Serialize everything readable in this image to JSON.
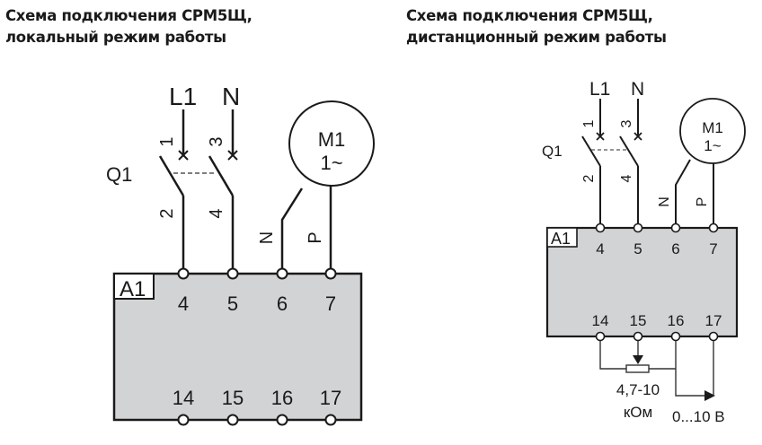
{
  "titles": {
    "left": {
      "line1": "Схема подключения СРМ5Щ,",
      "line2": "локальный режим работы"
    },
    "right": {
      "line1": "Схема подключения СРМ5Щ,",
      "line2": "дистанционный режим работы"
    }
  },
  "colors": {
    "box_fill": "#d2d3d5",
    "line": "#1a1a1a",
    "background": "#ffffff"
  },
  "left_diagram": {
    "supply": {
      "l1": "L1",
      "n": "N"
    },
    "switch": {
      "label": "Q1",
      "pin_in_1": "1",
      "pin_in_2": "3",
      "pin_out_1": "2",
      "pin_out_2": "4"
    },
    "motor": {
      "name": "M1",
      "type": "1~",
      "wire_n": "N",
      "wire_p": "P"
    },
    "device": {
      "label": "A1",
      "top_terminals": [
        "4",
        "5",
        "6",
        "7"
      ],
      "bottom_terminals": [
        "14",
        "15",
        "16",
        "17"
      ]
    }
  },
  "right_diagram": {
    "supply": {
      "l1": "L1",
      "n": "N"
    },
    "switch": {
      "label": "Q1",
      "pin_in_1": "1",
      "pin_in_2": "3",
      "pin_out_1": "2",
      "pin_out_2": "4"
    },
    "motor": {
      "name": "M1",
      "type": "1~",
      "wire_n": "N",
      "wire_p": "P"
    },
    "device": {
      "label": "A1",
      "top_terminals": [
        "4",
        "5",
        "6",
        "7"
      ],
      "bottom_terminals": [
        "14",
        "15",
        "16",
        "17"
      ]
    },
    "potentiometer": {
      "value": "4,7-10",
      "unit": "кОм"
    },
    "voltage_input": {
      "label": "0...10 В"
    }
  }
}
